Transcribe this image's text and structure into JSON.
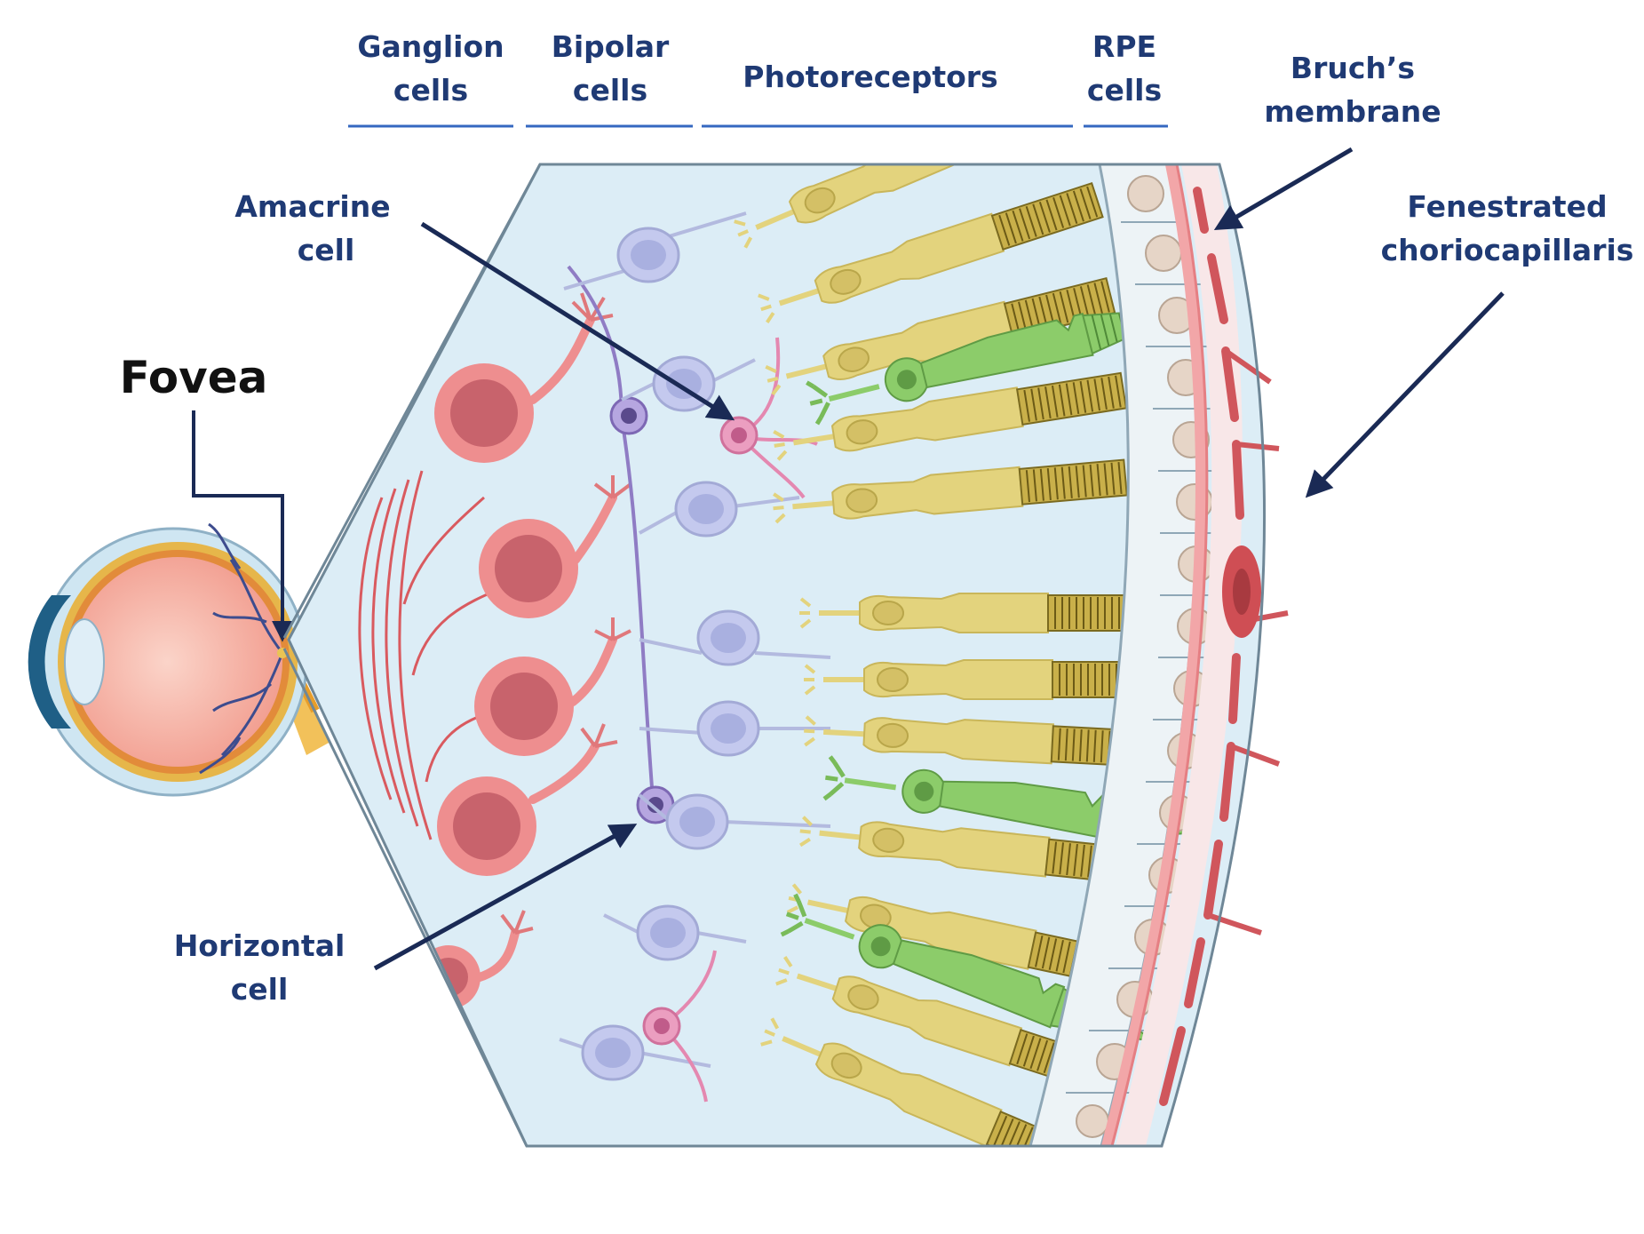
{
  "labels": {
    "ganglion_1": "Ganglion",
    "ganglion_2": "cells",
    "bipolar_1": "Bipolar",
    "bipolar_2": "cells",
    "photoreceptors": "Photoreceptors",
    "rpe_1": "RPE",
    "rpe_2": "cells",
    "bruch_1": "Bruch’s",
    "bruch_2": "membrane",
    "fenestrated_1": "Fenestrated",
    "fenestrated_2": "choriocapillaris",
    "amacrine_1": "Amacrine",
    "amacrine_2": "cell",
    "horizontal_1": "Horizontal",
    "horizontal_2": "cell",
    "fovea": "Fovea"
  },
  "colors": {
    "label_text": "#1f3a74",
    "heading_rule": "#3568c0",
    "arrow": "#1a2a55",
    "retina_background": "#dcedf6",
    "ganglion_cell": "#ee8e8f",
    "ganglion_nucleus": "#c8636c",
    "bipolar_cell": "#c4c9ee",
    "horizontal_cell": "#8f7cc4",
    "amacrine_cell": "#eb9ec0",
    "rod": "#e3d37d",
    "cone": "#8ccc6a",
    "rpe_nucleus": "#e6d5c7",
    "bruchs_membrane": "#f2a6a8",
    "choroid_vessel": "#d0565c"
  },
  "icons": [
    "eyeball-icon",
    "retina-layer-diagram"
  ]
}
